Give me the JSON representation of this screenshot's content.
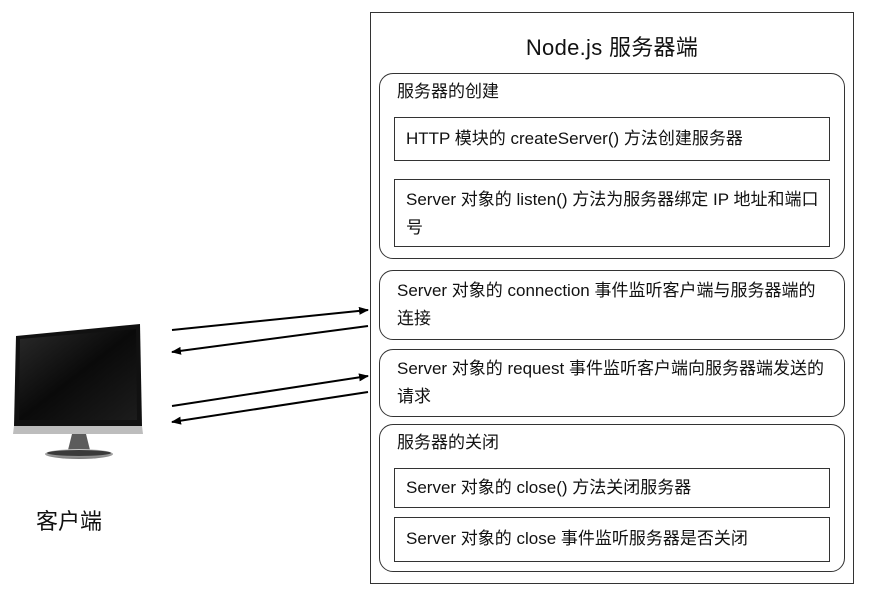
{
  "server": {
    "title": "Node.js 服务器端",
    "creation": {
      "label": "服务器的创建",
      "item1": "HTTP 模块的 createServer() 方法创建服务器",
      "item2": "Server 对象的 listen() 方法为服务器绑定 IP 地址和端口号"
    },
    "connection_event": "Server 对象的 connection 事件监听客户端与服务器端的连接",
    "request_event": "Server 对象的 request 事件监听客户端向服务器端发送的请求",
    "closing": {
      "label": "服务器的关闭",
      "item1": "Server 对象的 close() 方法关闭服务器",
      "item2": "Server 对象的 close 事件监听服务器是否关闭"
    }
  },
  "client": {
    "label": "客户端",
    "icon": "monitor-icon"
  }
}
